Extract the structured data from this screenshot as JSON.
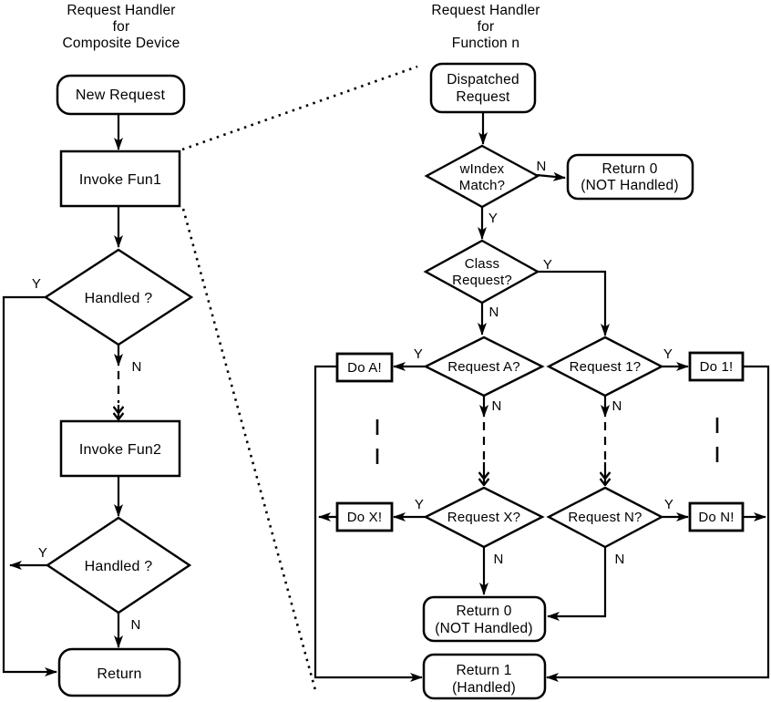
{
  "left_chart": {
    "title": [
      "Request Handler",
      "for",
      "Composite Device"
    ],
    "nodes": {
      "new_request": "New Request",
      "invoke_fun1": "Invoke Fun1",
      "handled_1": "Handled ?",
      "invoke_fun2": "Invoke Fun2",
      "handled_2": "Handled ?",
      "return": "Return"
    }
  },
  "right_chart": {
    "title": [
      "Request Handler",
      "for",
      "Function n"
    ],
    "nodes": {
      "dispatched_request": [
        "Dispatched",
        "Request"
      ],
      "windex_match": [
        "wIndex",
        "Match?"
      ],
      "return0_top": [
        "Return 0",
        "(NOT Handled)"
      ],
      "class_request": [
        "Class",
        "Request?"
      ],
      "request_a": "Request A?",
      "request_1": "Request 1?",
      "request_x": "Request X?",
      "request_n": "Request N?",
      "do_a": "Do A!",
      "do_1": "Do 1!",
      "do_x": "Do X!",
      "do_n": "Do N!",
      "return0_bottom": [
        "Return 0",
        "(NOT Handled)"
      ],
      "return1": [
        "Return 1",
        "(Handled)"
      ]
    }
  },
  "edge_labels": {
    "yes": "Y",
    "no": "N"
  },
  "colors": {
    "stroke": "#000000",
    "background": "#ffffff"
  }
}
